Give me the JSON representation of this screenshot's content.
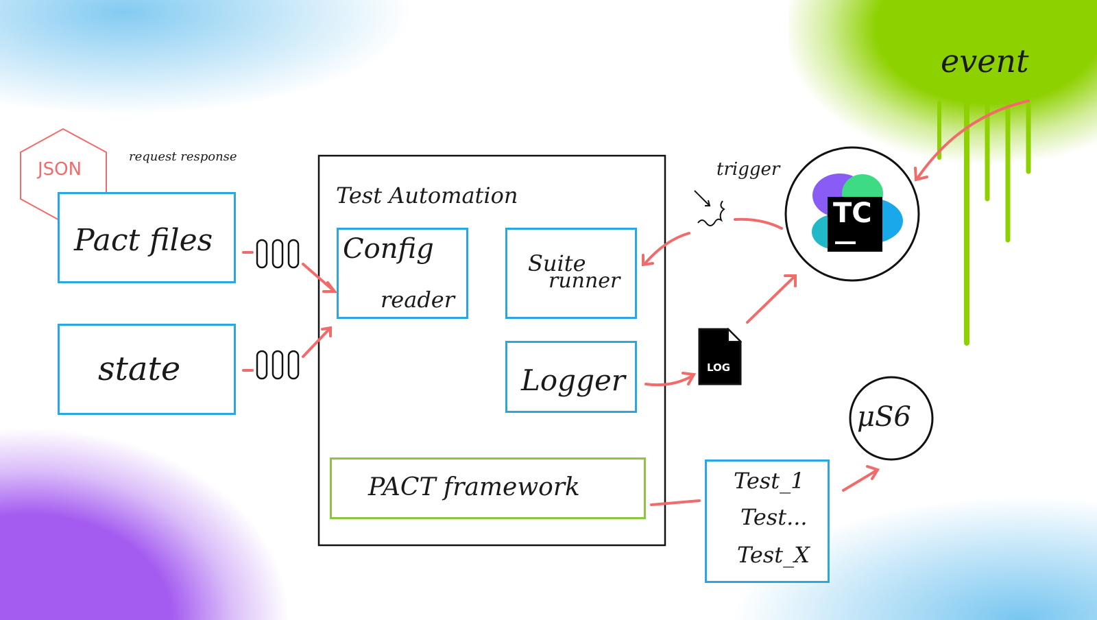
{
  "labels": {
    "json_badge": "JSON",
    "request_response": "request response",
    "pact_files": "Pact files",
    "state": "state",
    "test_automation": "Test Automation",
    "config_reader_1": "Config",
    "config_reader_2": "reader",
    "suite_runner_1": "Suite",
    "suite_runner_2": "runner",
    "logger": "Logger",
    "pact_framework": "PACT framework",
    "trigger": "trigger",
    "event": "event",
    "log_file": "LOG",
    "teamcity_logo": "TC",
    "microservice": "μS6",
    "tests": [
      "Test_1",
      "Test...",
      "Test_X"
    ]
  },
  "colors": {
    "blue_box": "#2aa7e1",
    "green_box": "#8cc63f",
    "arrow": "#f26b6b",
    "splash_blue": "#1ea0e6",
    "splash_green": "#8ed100",
    "splash_purple": "#a45cf0"
  }
}
